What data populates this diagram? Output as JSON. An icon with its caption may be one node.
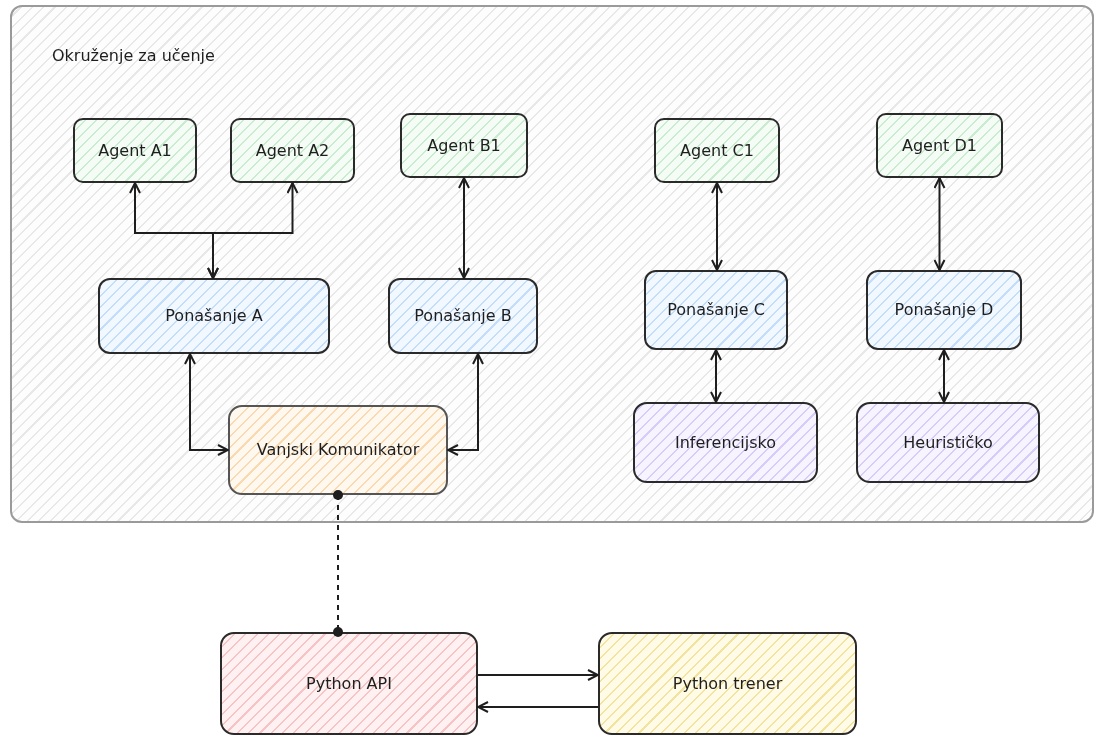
{
  "diagram": {
    "nodes": [
      {
        "text": [
          "Okruženje za učenje"
        ]
      },
      {
        "text": [
          "Agent A1"
        ],
        "in": 0
      },
      {
        "text": [
          "Agent A2"
        ],
        "in": 0
      },
      {
        "text": [
          "Agent B1"
        ],
        "in": 0
      },
      {
        "text": [
          "Agent C1"
        ],
        "in": 0
      },
      {
        "text": [
          "Agent D1"
        ],
        "in": 0
      },
      {
        "text": [
          "Ponašanje A"
        ],
        "in": 0
      },
      {
        "text": [
          "Ponašanje B"
        ],
        "in": 0
      },
      {
        "text": [
          "Ponašanje C"
        ],
        "in": 0
      },
      {
        "text": [
          "Ponašanje D"
        ],
        "in": 0
      },
      {
        "text": [
          "Vanjski Komunikator"
        ],
        "in": 0
      },
      {
        "text": [
          "Inferencijsko"
        ],
        "in": 0
      },
      {
        "text": [
          "Heurističko"
        ],
        "in": 0
      },
      {
        "text": [
          "Python API"
        ]
      },
      {
        "text": [
          "Python trener"
        ]
      }
    ],
    "edges": [
      {
        "from": 1,
        "to": 6,
        "arrow": "both"
      },
      {
        "from": 2,
        "to": 6,
        "arrow": "both"
      },
      {
        "from": 3,
        "to": 7,
        "arrow": "both"
      },
      {
        "from": 4,
        "to": 8,
        "arrow": "both"
      },
      {
        "from": 5,
        "to": 9,
        "arrow": "both"
      },
      {
        "from": 6,
        "to": 10,
        "arrow": "both"
      },
      {
        "from": 7,
        "to": 10,
        "arrow": "both"
      },
      {
        "from": 8,
        "to": 11,
        "arrow": "both"
      },
      {
        "from": 9,
        "to": 12,
        "arrow": "both"
      },
      {
        "from": 10,
        "to": 13,
        "arrow": "other",
        "style": "dashed"
      },
      {
        "from": 13,
        "to": 14,
        "arrow": "to"
      },
      {
        "from": 14,
        "to": 13,
        "arrow": "to"
      }
    ]
  }
}
